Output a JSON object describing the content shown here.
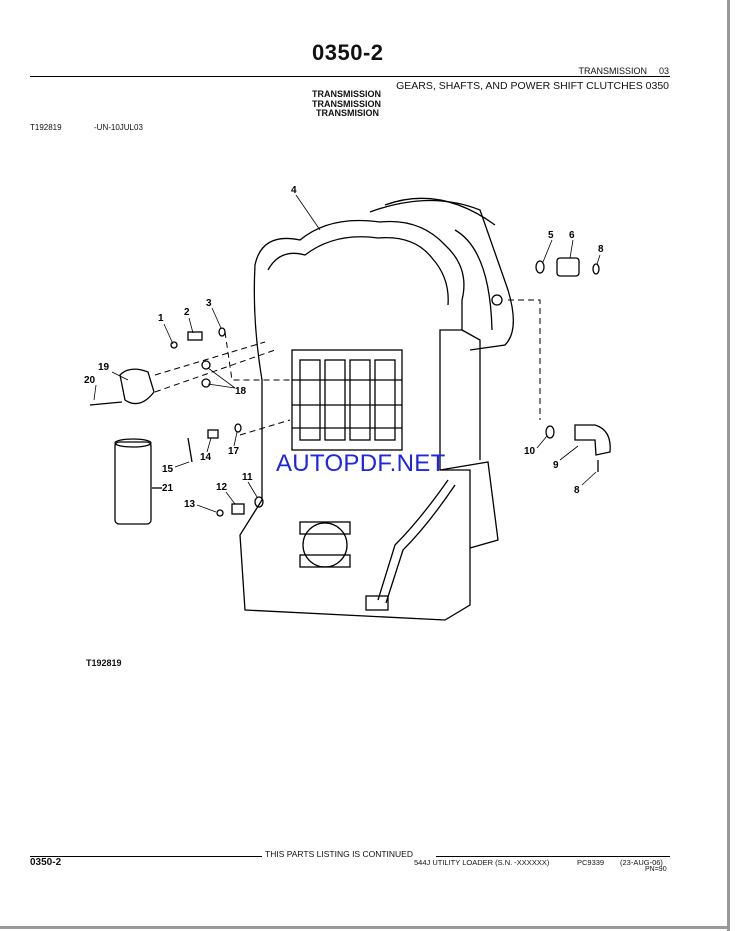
{
  "header": {
    "page_number": "0350-2",
    "section_name": "TRANSMISSION",
    "section_code": "03",
    "group_title": "GEARS, SHAFTS, AND POWER SHIFT CLUTCHES 0350",
    "titles": [
      "TRANSMISSION",
      "TRANSMISSION",
      "TRANSMISION"
    ],
    "figure_id": "T192819",
    "figure_date": "-UN-10JUL03"
  },
  "illustration": {
    "callouts": [
      "1",
      "2",
      "3",
      "4",
      "5",
      "6",
      "8",
      "19",
      "20",
      "18",
      "10",
      "9",
      "8",
      "15",
      "14",
      "17",
      "21",
      "12",
      "11",
      "13"
    ],
    "figure_label": "T192819",
    "watermark": "AUTOPDF.NET"
  },
  "footer": {
    "page_number": "0350-2",
    "continued": "THIS PARTS LISTING IS CONTINUED",
    "model": "544J UTILITY LOADER (S.N. -XXXXXX)",
    "catalog": "PC9339",
    "date": "(23-AUG-06)",
    "pn": "PN=90"
  }
}
